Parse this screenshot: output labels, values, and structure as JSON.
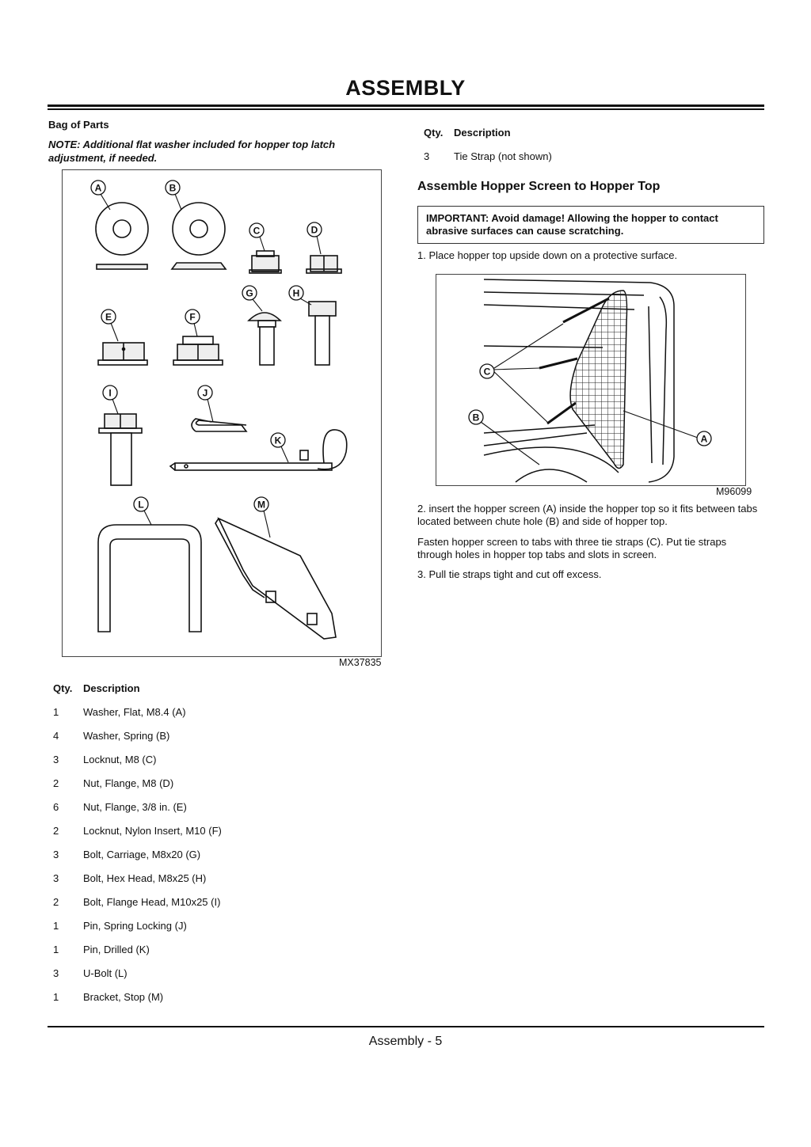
{
  "page": {
    "title": "ASSEMBLY",
    "footer": "Assembly - 5"
  },
  "left": {
    "heading": "Bag of Parts",
    "note": "NOTE: Additional flat washer included for hopper top latch adjustment, if needed.",
    "figure_code": "MX37835",
    "figure_labels": [
      "A",
      "B",
      "C",
      "D",
      "E",
      "F",
      "G",
      "H",
      "I",
      "J",
      "K",
      "L",
      "M"
    ],
    "table": {
      "headers": [
        "Qty.",
        "Description"
      ],
      "rows": [
        {
          "qty": "1",
          "desc": "Washer, Flat, M8.4 (A)"
        },
        {
          "qty": "4",
          "desc": "Washer, Spring (B)"
        },
        {
          "qty": "3",
          "desc": "Locknut, M8 (C)"
        },
        {
          "qty": "2",
          "desc": "Nut, Flange, M8 (D)"
        },
        {
          "qty": "6",
          "desc": "Nut, Flange, 3/8 in. (E)"
        },
        {
          "qty": "2",
          "desc": "Locknut, Nylon Insert, M10 (F)"
        },
        {
          "qty": "3",
          "desc": "Bolt, Carriage, M8x20 (G)"
        },
        {
          "qty": "3",
          "desc": "Bolt, Hex Head, M8x25 (H)"
        },
        {
          "qty": "2",
          "desc": "Bolt, Flange Head, M10x25 (I)"
        },
        {
          "qty": "1",
          "desc": "Pin, Spring Locking (J)"
        },
        {
          "qty": "1",
          "desc": "Pin, Drilled (K)"
        },
        {
          "qty": "3",
          "desc": "U-Bolt (L)"
        },
        {
          "qty": "1",
          "desc": "Bracket, Stop (M)"
        }
      ]
    }
  },
  "right": {
    "table": {
      "headers": [
        "Qty.",
        "Description"
      ],
      "rows": [
        {
          "qty": "3",
          "desc": "Tie Strap (not shown)"
        }
      ]
    },
    "section_title": "Assemble Hopper Screen to Hopper Top",
    "important": "IMPORTANT: Avoid damage! Allowing the hopper to contact abrasive surfaces can cause scratching.",
    "step1": "1. Place hopper top upside down on a protective surface.",
    "figure_code": "M96099",
    "figure_labels": [
      "C",
      "B",
      "A"
    ],
    "step2": "2. insert the hopper screen (A) inside the hopper top so it fits between tabs located between chute hole (B) and side of hopper top.",
    "step2b": "Fasten hopper screen to tabs with three tie straps (C). Put tie straps through holes in hopper top tabs and slots in screen.",
    "step3": "3. Pull tie straps tight and cut off excess."
  }
}
